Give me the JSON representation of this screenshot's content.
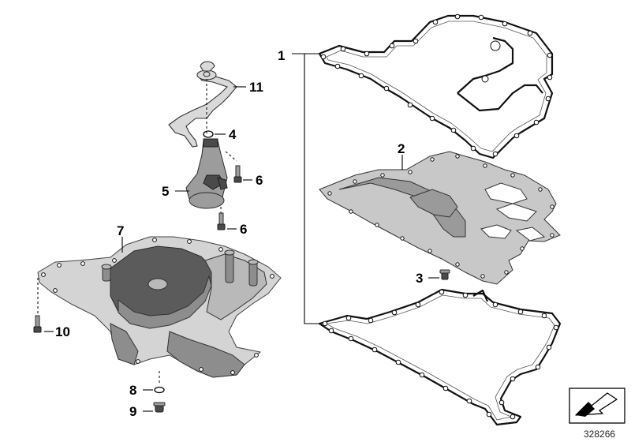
{
  "diagram": {
    "document_number": "328266",
    "callouts": [
      {
        "id": "1",
        "label": "1"
      },
      {
        "id": "2",
        "label": "2"
      },
      {
        "id": "3",
        "label": "3"
      },
      {
        "id": "4",
        "label": "4"
      },
      {
        "id": "5",
        "label": "5"
      },
      {
        "id": "6a",
        "label": "6"
      },
      {
        "id": "6b",
        "label": "6"
      },
      {
        "id": "7",
        "label": "7"
      },
      {
        "id": "8",
        "label": "8"
      },
      {
        "id": "9",
        "label": "9"
      },
      {
        "id": "10",
        "label": "10"
      },
      {
        "id": "11",
        "label": "11"
      }
    ],
    "icons": {
      "nav_badge": "arrow-down-left-icon"
    },
    "colors": {
      "line": "#000000",
      "metal_dark": "#5b5b5b",
      "metal_light": "#c8c8c8"
    }
  }
}
